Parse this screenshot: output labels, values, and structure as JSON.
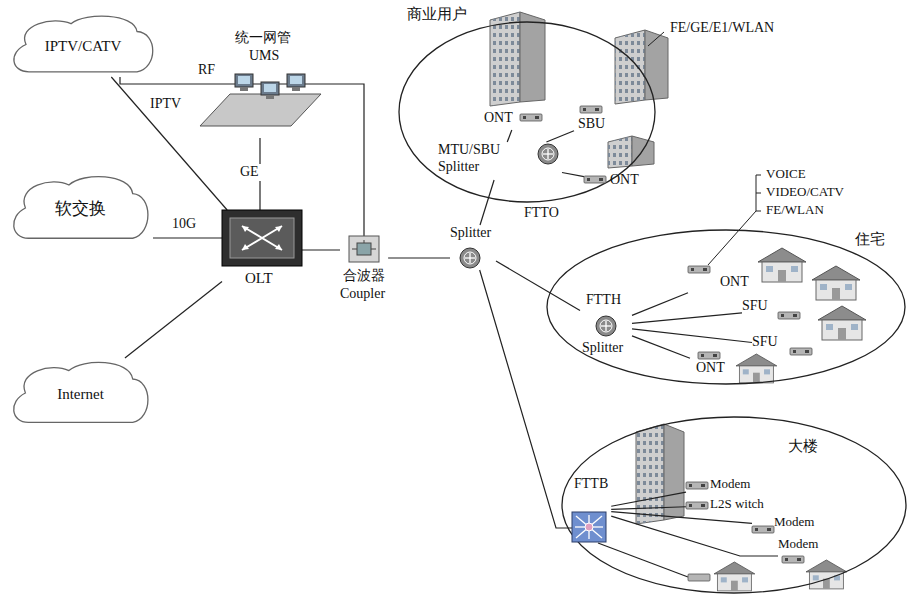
{
  "diagram": {
    "nodes": [
      {
        "text": [
          "IPTV/CATV"
        ]
      },
      {
        "text": [
          "软交换"
        ]
      },
      {
        "text": [
          "Internet"
        ]
      },
      {
        "text": [
          "统一网管",
          "UMS"
        ]
      },
      {
        "text": [
          "OLT"
        ]
      },
      {
        "text": [
          "合波器",
          "Coupler"
        ]
      },
      {
        "text": [
          "Splitter"
        ]
      },
      {
        "text": [
          "商业用户"
        ]
      },
      {
        "text": [
          "ONT"
        ],
        "in": 7
      },
      {
        "text": [
          "MTU/SBU Splitter"
        ],
        "in": 7
      },
      {
        "text": [
          "SBU"
        ],
        "in": 7
      },
      {
        "text": [
          "ONT"
        ],
        "in": 7
      },
      {
        "text": [
          "住宅"
        ]
      },
      {
        "text": [
          "FTTH",
          "Splitter"
        ],
        "in": 12
      },
      {
        "text": [
          "ONT"
        ],
        "in": 12
      },
      {
        "text": [
          "SFU"
        ],
        "in": 12
      },
      {
        "text": [
          "SFU"
        ],
        "in": 12
      },
      {
        "text": [
          "ONT"
        ],
        "in": 12
      },
      {
        "text": [
          "大楼"
        ]
      },
      {
        "text": [
          "FTTB"
        ],
        "in": 18
      },
      {
        "text": [
          "Modem"
        ],
        "in": 18
      },
      {
        "text": [
          "L2S witch"
        ],
        "in": 18
      },
      {
        "text": [
          "Modem"
        ],
        "in": 18
      },
      {
        "text": [
          "Modem"
        ],
        "in": 18
      }
    ],
    "edges": [
      {
        "from": 0,
        "to": 5,
        "arrow": "none",
        "label": "RF"
      },
      {
        "from": 0,
        "to": 4,
        "arrow": "none",
        "label": "IPTV"
      },
      {
        "from": 3,
        "to": 4,
        "arrow": "none",
        "label": "GE"
      },
      {
        "from": 1,
        "to": 4,
        "arrow": "none",
        "label": "10G"
      },
      {
        "from": 2,
        "to": 4,
        "arrow": "none"
      },
      {
        "from": 4,
        "to": 5,
        "arrow": "none"
      },
      {
        "from": 5,
        "to": 6,
        "arrow": "none"
      },
      {
        "from": 6,
        "to": 9,
        "arrow": "none"
      },
      {
        "from": 6,
        "to": 13,
        "arrow": "none"
      },
      {
        "from": 6,
        "to": 19,
        "arrow": "none"
      },
      {
        "from": 9,
        "to": 8,
        "arrow": "none"
      },
      {
        "from": 9,
        "to": 10,
        "arrow": "none"
      },
      {
        "from": 9,
        "to": 11,
        "arrow": "none"
      },
      {
        "from": 13,
        "to": 14,
        "arrow": "none"
      },
      {
        "from": 13,
        "to": 15,
        "arrow": "none"
      },
      {
        "from": 13,
        "to": 16,
        "arrow": "none"
      },
      {
        "from": 13,
        "to": 17,
        "arrow": "none"
      },
      {
        "from": 19,
        "to": 20,
        "arrow": "none"
      },
      {
        "from": 19,
        "to": 21,
        "arrow": "none"
      },
      {
        "from": 19,
        "to": 22,
        "arrow": "none"
      },
      {
        "from": 19,
        "to": 23,
        "arrow": "none"
      }
    ],
    "labels": [
      "FE/GE/E1/WLAN",
      "FTTO",
      "VOICE",
      "VIDEO/CATV",
      "FE/WLAN"
    ]
  }
}
